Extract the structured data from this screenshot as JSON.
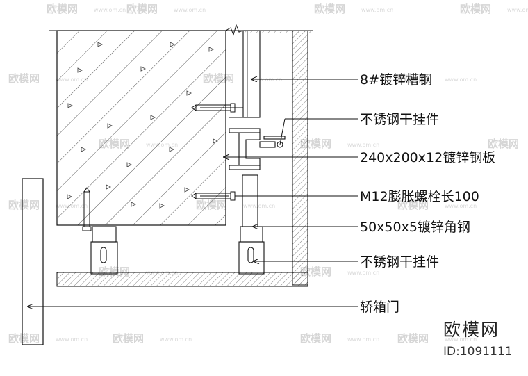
{
  "drawing": {
    "callouts": [
      "8#镀锌槽钢",
      "不锈钢干挂件",
      "240x200x12镀锌钢板",
      "M12膨胀螺栓长100",
      "50x50x5镀锌角钢",
      "不锈钢干挂件",
      "轿箱门"
    ]
  },
  "watermark": {
    "brand": "欧模网",
    "id_text": "ID:1091111",
    "tile_text": "欧模网",
    "tile_url": "www.om.cn"
  },
  "colors": {
    "line": "#111111",
    "hatch": "#555555",
    "watermark": "#d6d6d6"
  }
}
